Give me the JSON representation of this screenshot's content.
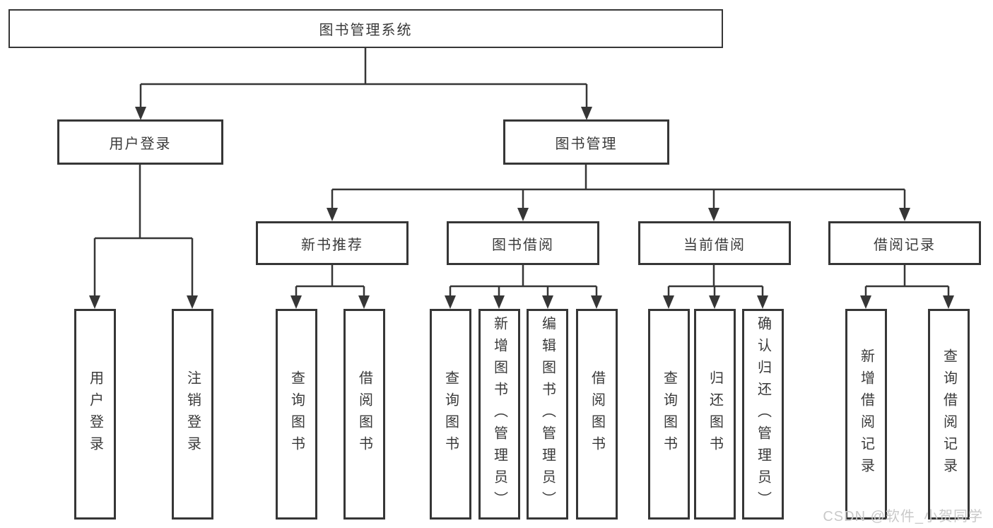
{
  "tree": {
    "label": "图书管理系统",
    "children": [
      {
        "label": "用户登录",
        "children": [
          {
            "label": "用户登录"
          },
          {
            "label": "注销登录"
          }
        ]
      },
      {
        "label": "图书管理",
        "children": [
          {
            "label": "新书推荐",
            "children": [
              {
                "label": "查询图书"
              },
              {
                "label": "借阅图书"
              }
            ]
          },
          {
            "label": "图书借阅",
            "children": [
              {
                "label": "查询图书"
              },
              {
                "label": "新增图书（管理员）"
              },
              {
                "label": "编辑图书（管理员）"
              },
              {
                "label": "借阅图书"
              }
            ]
          },
          {
            "label": "当前借阅",
            "children": [
              {
                "label": "查询图书"
              },
              {
                "label": "归还图书"
              },
              {
                "label": "确认归还（管理员）"
              }
            ]
          },
          {
            "label": "借阅记录",
            "children": [
              {
                "label": "新增借阅记录"
              },
              {
                "label": "查询借阅记录"
              }
            ]
          }
        ]
      }
    ]
  },
  "watermark": {
    "text": "CSDN @软件_小贺同学"
  },
  "colors": {
    "line": "#363636",
    "text": "#3a3a3a",
    "watermark": "#c9c9c9",
    "background": "#ffffff"
  }
}
